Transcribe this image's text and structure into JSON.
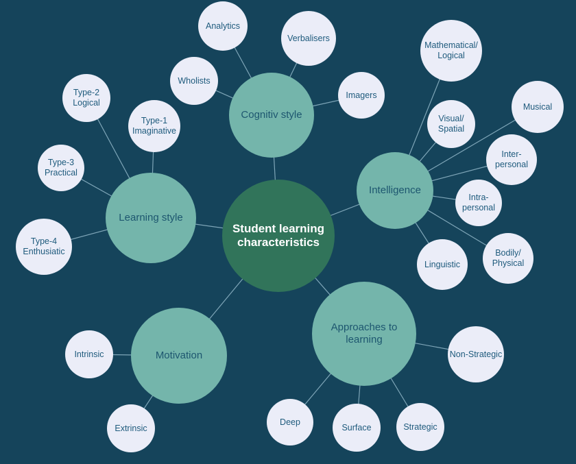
{
  "mindmap": {
    "center": {
      "label": "Student learning\ncharacteristics"
    },
    "branches": [
      {
        "label": "Cognitiv style",
        "children": [
          {
            "label": "Analytics"
          },
          {
            "label": "Verbalisers"
          },
          {
            "label": "Wholists"
          },
          {
            "label": "Imagers"
          }
        ]
      },
      {
        "label": "Learning style",
        "children": [
          {
            "label": "Type-2\nLogical"
          },
          {
            "label": "Type-1\nImaginative"
          },
          {
            "label": "Type-3\nPractical"
          },
          {
            "label": "Type-4\nEnthusiatic"
          }
        ]
      },
      {
        "label": "Intelligence",
        "children": [
          {
            "label": "Mathematical/\nLogical"
          },
          {
            "label": "Visual/\nSpatial"
          },
          {
            "label": "Musical"
          },
          {
            "label": "Inter-\npersonal"
          },
          {
            "label": "Intra-\npersonal"
          },
          {
            "label": "Linguistic"
          },
          {
            "label": "Bodily/\nPhysical"
          }
        ]
      },
      {
        "label": "Motivation",
        "children": [
          {
            "label": "Intrinsic"
          },
          {
            "label": "Extrinsic"
          }
        ]
      },
      {
        "label": "Approaches to\nlearning",
        "children": [
          {
            "label": "Non-Strategic"
          },
          {
            "label": "Deep"
          },
          {
            "label": "Surface"
          },
          {
            "label": "Strategic"
          }
        ]
      }
    ],
    "colors": {
      "background": "#15445b",
      "center_fill": "#31745a",
      "branch_fill": "#74b5ab",
      "leaf_fill": "#ebedf8",
      "connector": "#7fa6b8",
      "center_text": "#ffffff",
      "branch_text": "#1d566f",
      "leaf_text": "#1e5a7c"
    }
  }
}
